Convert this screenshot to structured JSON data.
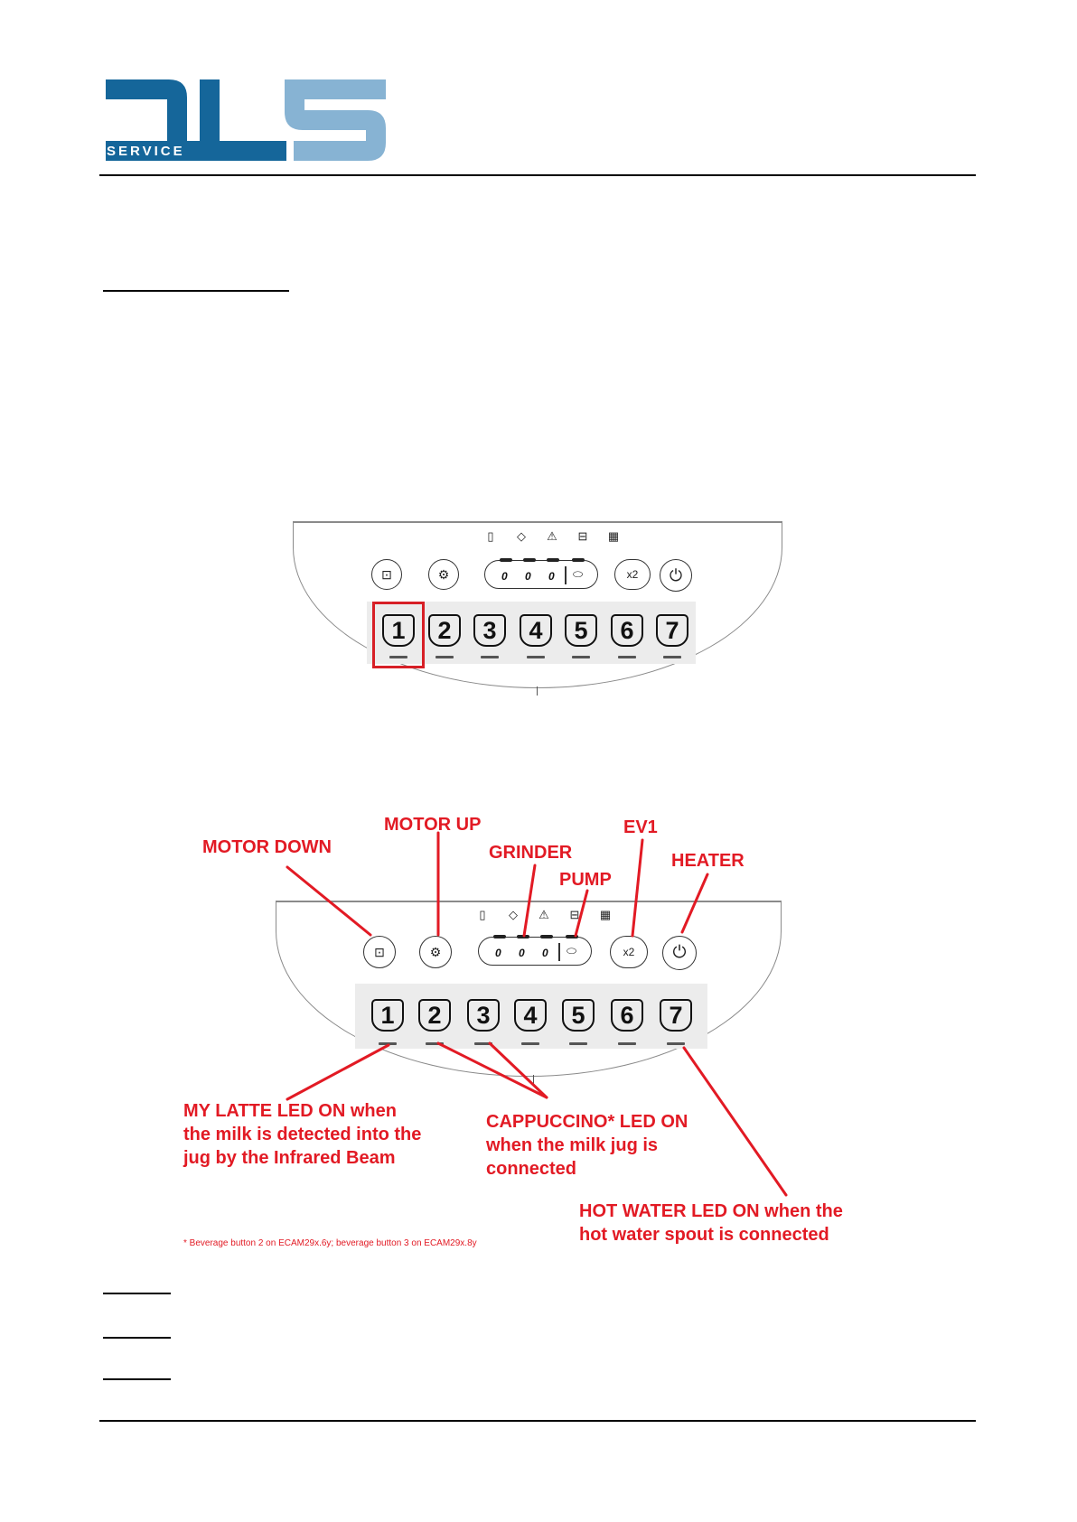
{
  "logo": {
    "text": "SERVICE",
    "primary_color": "#15669a",
    "secondary_color": "#87b3d3"
  },
  "panel": {
    "status_icons": [
      "bottle-icon",
      "descale-icon",
      "warning-icon",
      "tray-icon",
      "water-icon"
    ],
    "beverage_buttons": [
      "1",
      "2",
      "3",
      "4",
      "5",
      "6",
      "7"
    ],
    "x2_label": "x2",
    "key_symbol": "⬭",
    "highlighted_button": "1"
  },
  "annotations": {
    "motor_down": "MOTOR DOWN",
    "motor_up": "MOTOR UP",
    "grinder": "GRINDER",
    "pump": "PUMP",
    "ev1": "EV1",
    "heater": "HEATER",
    "my_latte": [
      "MY LATTE LED ON when",
      "the milk is detected into the",
      "jug by the Infrared Beam"
    ],
    "cappuccino": [
      "CAPPUCCINO* LED ON",
      "when the milk jug is",
      "connected"
    ],
    "hot_water": [
      "HOT WATER LED ON when the",
      "hot water spout is connected"
    ],
    "footnote": "* Beverage button 2 on ECAM29x.6y; beverage button 3 on ECAM29x.8y",
    "color": "#e21a24"
  }
}
